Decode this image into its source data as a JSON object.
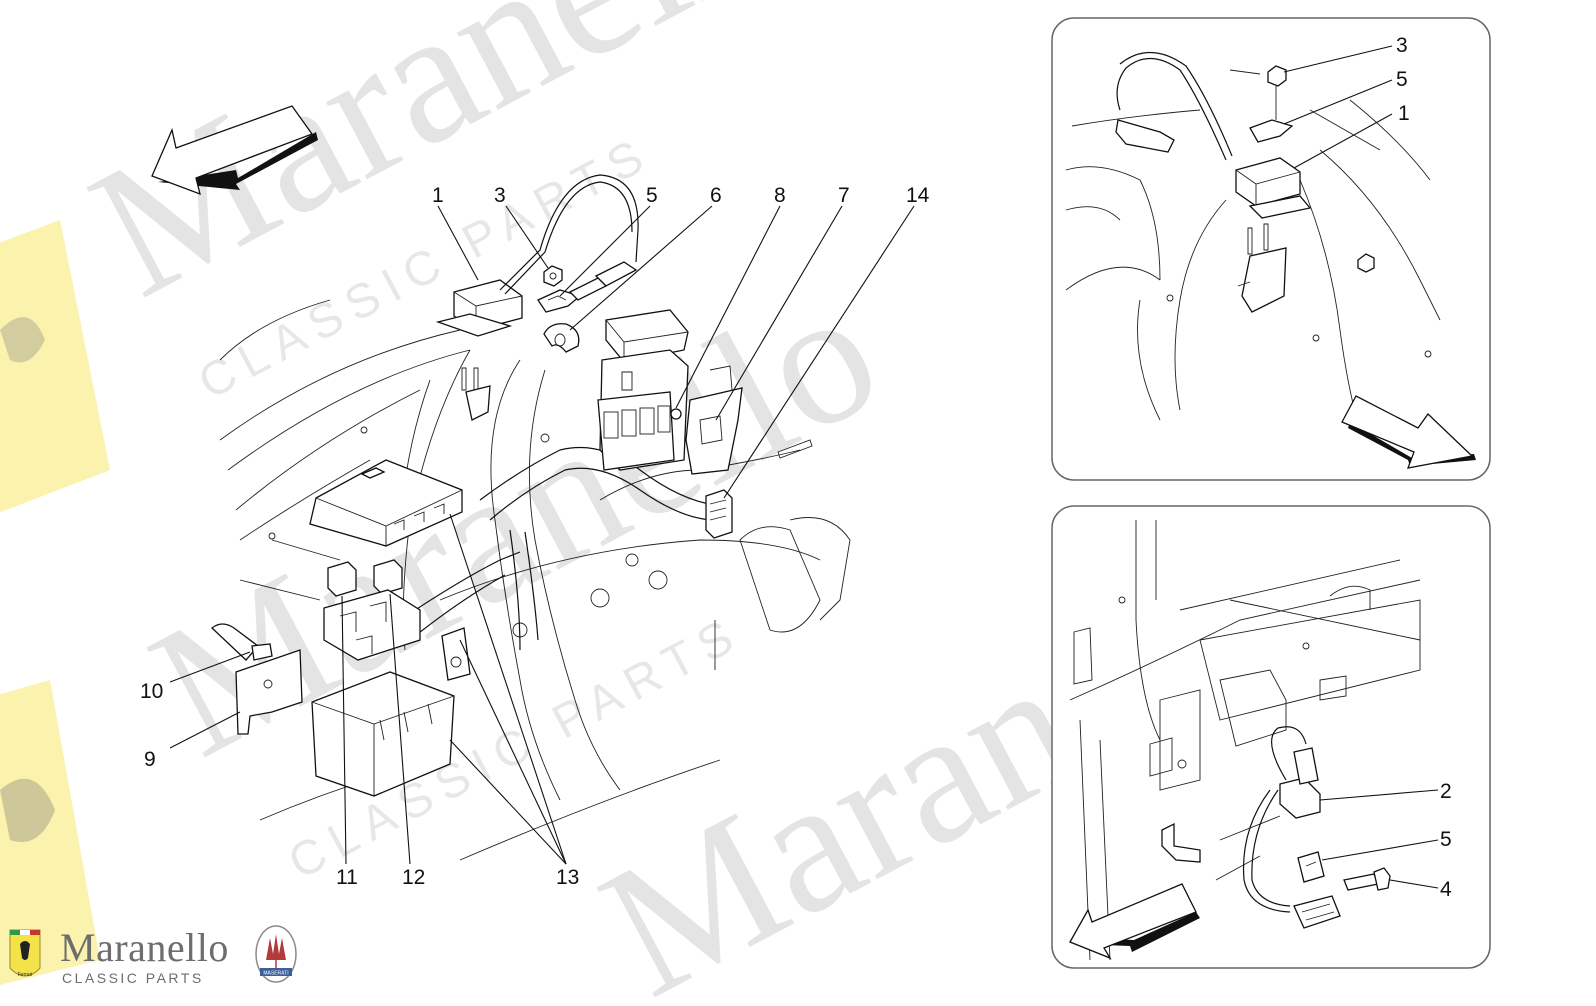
{
  "diagram": {
    "main_callouts": [
      {
        "label": "1"
      },
      {
        "label": "3"
      },
      {
        "label": "5"
      },
      {
        "label": "6"
      },
      {
        "label": "8"
      },
      {
        "label": "7"
      },
      {
        "label": "14"
      },
      {
        "label": "10"
      },
      {
        "label": "9"
      },
      {
        "label": "11"
      },
      {
        "label": "12"
      },
      {
        "label": "13"
      }
    ],
    "inset_top_callouts": [
      {
        "label": "3"
      },
      {
        "label": "5"
      },
      {
        "label": "1"
      }
    ],
    "inset_bottom_callouts": [
      {
        "label": "2"
      },
      {
        "label": "5"
      },
      {
        "label": "4"
      }
    ]
  },
  "watermark": {
    "large_text": "Maranello",
    "small_text": "CLASSIC PARTS"
  },
  "brand": {
    "name": "Maranello",
    "subtitle": "CLASSIC PARTS",
    "ferrari_badge_text": "Ferrari",
    "maserati_badge_text": "MASERATI"
  },
  "colors": {
    "line": "#111111",
    "watermark": "#cfcfcf",
    "badge_yellow": "#f3e24a",
    "brand_gray": "#6d6d6d",
    "maserati_blue": "#3a5f9a"
  }
}
